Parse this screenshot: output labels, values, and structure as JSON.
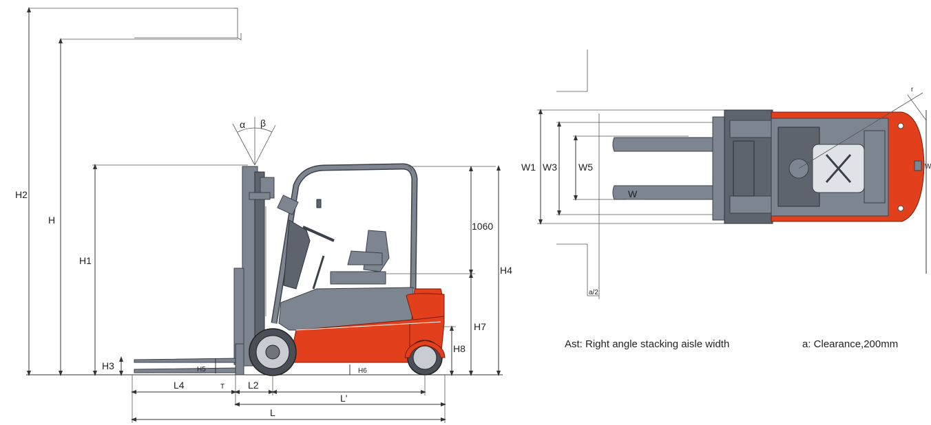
{
  "side_view": {
    "labels": {
      "h2": "H2",
      "h": "H",
      "h1": "H1",
      "h3": "H3",
      "h4": "H4",
      "h5": "H5",
      "h6": "H6",
      "h7": "H7",
      "h8": "H8",
      "l": "L",
      "l2": "L2",
      "l4": "L4",
      "l_prime": "L'",
      "t": "T",
      "alpha": "α",
      "beta": "β",
      "overhead": "1060"
    }
  },
  "top_view": {
    "labels": {
      "w1": "W1",
      "w3": "W3",
      "w5": "W5",
      "w": "W",
      "a_half": "a/2",
      "r": "r",
      "wa_partial": "W"
    }
  },
  "legend": {
    "ast": "Ast:  Right angle stacking aisle width",
    "clearance": "a: Clearance,200mm"
  },
  "colors": {
    "body_red": "#e2401c",
    "body_grey": "#7d8591"
  }
}
